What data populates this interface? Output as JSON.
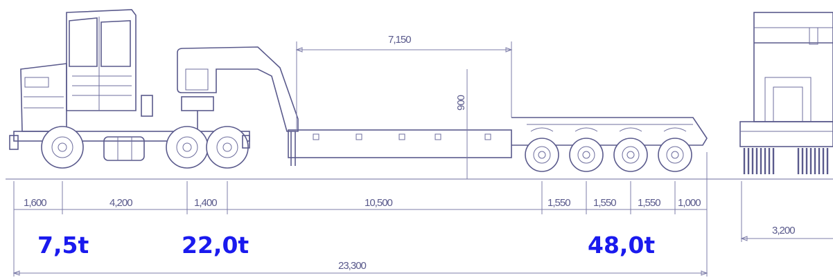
{
  "dimensions": {
    "deck_length": "7,150",
    "deck_height": "900",
    "front_overhang": "1,600",
    "wheelbase_tractor": "4,200",
    "tandem_spacing": "1,400",
    "gooseneck_to_axles": "10,500",
    "axle_spacing_1": "1,550",
    "axle_spacing_2": "1,550",
    "axle_spacing_3": "1,550",
    "rear_overhang": "1,000",
    "total_length": "23,300",
    "width": "3,200"
  },
  "loads": {
    "front_axle": "7,5t",
    "drive_axles": "22,0t",
    "trailer_axles": "48,0t"
  },
  "colors": {
    "line": "#5a5a8c",
    "load_text": "#1a1aee"
  }
}
